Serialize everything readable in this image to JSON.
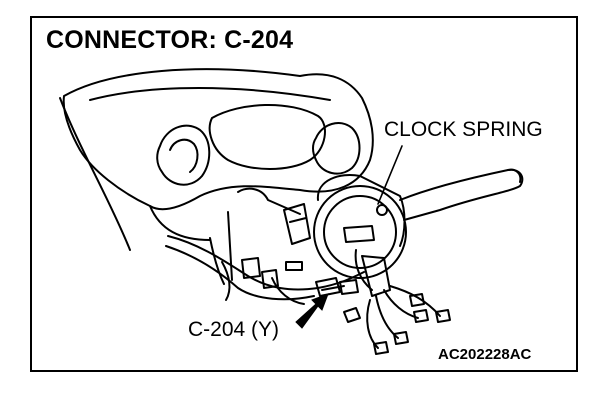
{
  "title": "CONNECTOR: C-204",
  "labels": {
    "clock_spring": "CLOCK SPRING",
    "connector": "C-204 (Y)"
  },
  "figure_code": "AC202228AC",
  "colors": {
    "line": "#000000",
    "background": "#ffffff"
  }
}
